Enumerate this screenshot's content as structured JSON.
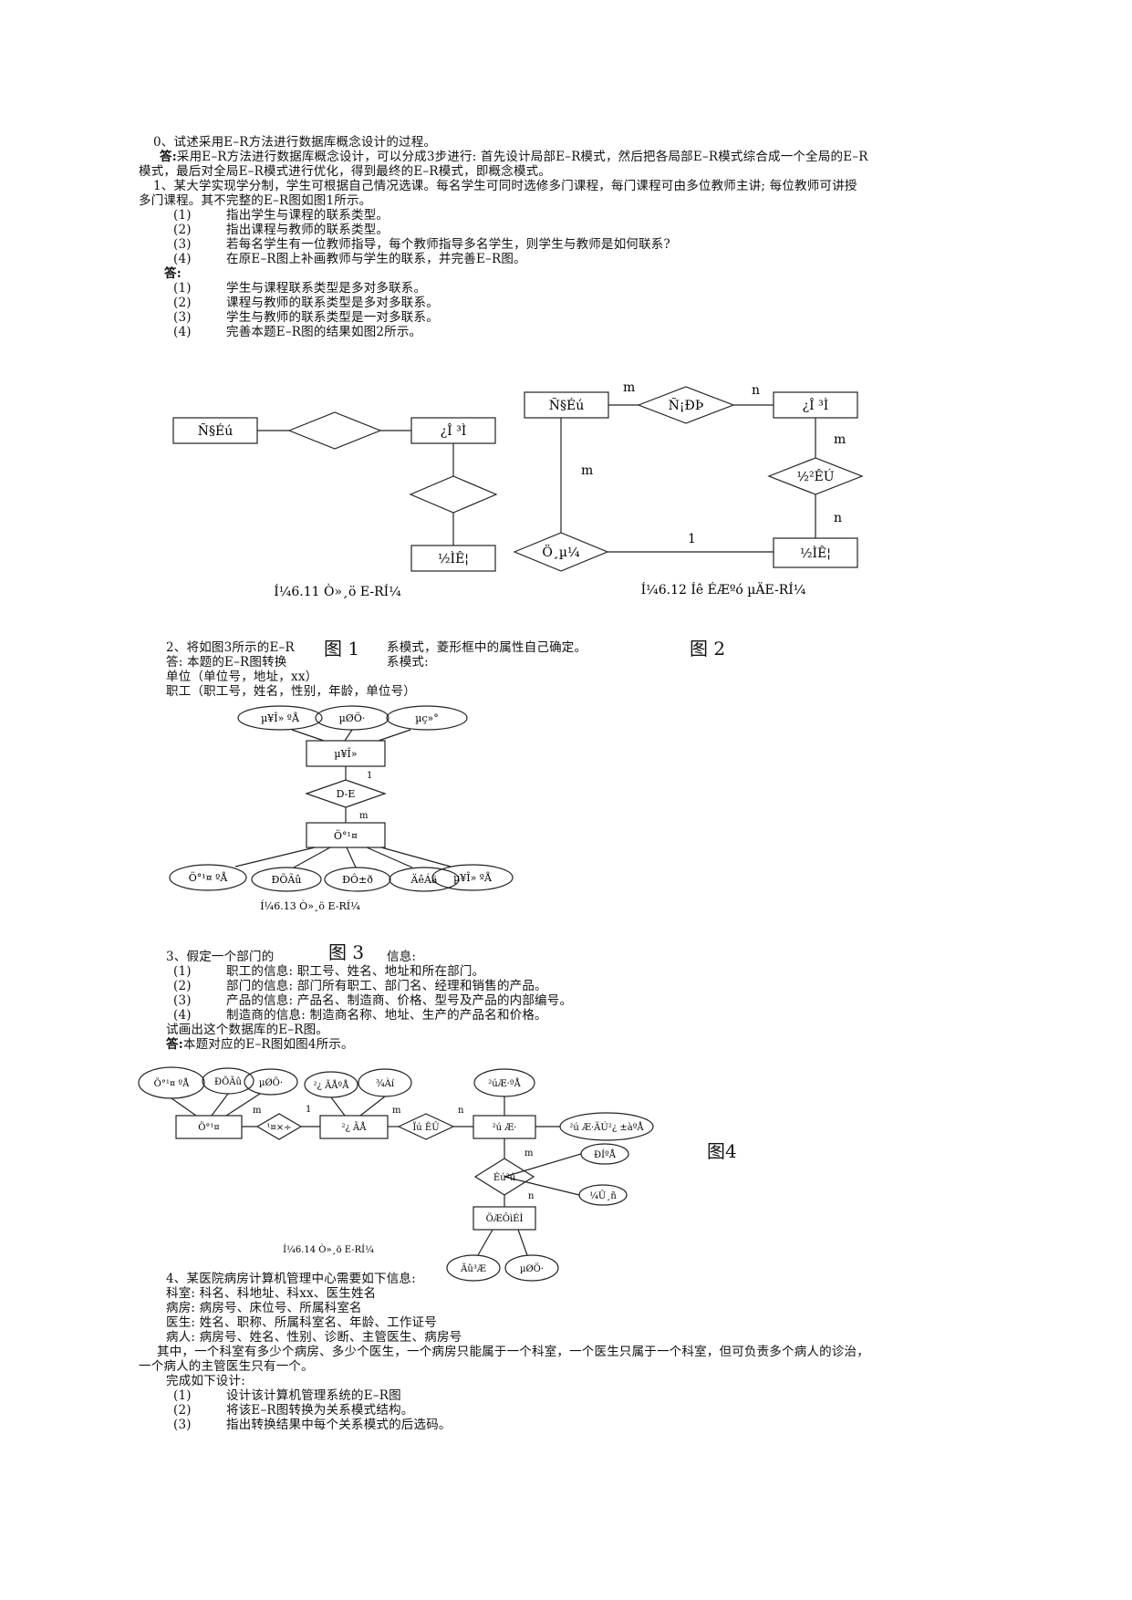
{
  "intro": {
    "q0": "0、试述采用E–R方法进行数据库概念设计的过程。",
    "a0_label": "答:",
    "a0_line1": "采用E–R方法进行数据库概念设计，可以分成3步进行: 首先设计局部E–R模式，然后把各局部E–R模式综合成一个全局的E–R",
    "a0_line2": "模式，最后对全局E–R模式进行优化，得到最终的E–R模式，即概念模式。"
  },
  "q1": {
    "line1": "1、某大学实现学分制，学生可根据自己情况选课。每名学生可同时选修多门课程，每门课程可由多位教师主讲; 每位教师可讲授",
    "line2": "多门课程。其不完整的E–R图如图1所示。",
    "items": [
      {
        "n": "(1)",
        "text": "指出学生与课程的联系类型。"
      },
      {
        "n": "(2)",
        "text": "指出课程与教师的联系类型。"
      },
      {
        "n": "(3)",
        "text": "若每名学生有一位教师指导，每个教师指导多名学生，则学生与教师是如何联系?"
      },
      {
        "n": "(4)",
        "text": "在原E–R图上补画教师与学生的联系，并完善E–R图。"
      }
    ],
    "ans_label": "答:",
    "answers": [
      {
        "n": "(1)",
        "text": "学生与课程联系类型是多对多联系。"
      },
      {
        "n": "(2)",
        "text": "课程与教师的联系类型是多对多联系。"
      },
      {
        "n": "(3)",
        "text": "学生与教师的联系类型是一对多联系。"
      },
      {
        "n": "(4)",
        "text": "完善本题E–R图的结果如图2所示。"
      }
    ]
  },
  "fig1": {
    "student": "Ñ§Éú",
    "course": "¿Î ³Ì",
    "teacher": "½ÌÊ¦",
    "caption": "Í¼6.11 Ò»¸ö E-RÍ¼",
    "label": "图 1"
  },
  "fig2": {
    "student": "Ñ§Éú",
    "choose": "Ñ¡ÐÞ",
    "course": "¿Î ³Ì",
    "teach": "½²ÊÚ",
    "guide": "Ö¸µ¼",
    "teacher": "½ÌÊ¦",
    "m1": "m",
    "n1": "n",
    "m2": "m",
    "m3": "m",
    "n2": "n",
    "one": "1",
    "caption": "Í¼6.12  Íê ÉÆºó µÄE-RÍ¼",
    "label": "图 2"
  },
  "q2": {
    "line1a": "2、将如图3所示的E–R",
    "line1b": "系模式，菱形框中的属性自己确定。",
    "line2a": "答: 本题的E–R图转换",
    "line2b": "系模式:",
    "line3": "单位（单位号，地址，xx）",
    "line4": "职工（职工号，姓名，性别，年龄，单位号）"
  },
  "fig3": {
    "unit_no": "µ¥Î» ºÅ",
    "addr": "µØÖ·",
    "phone": "µç»°",
    "unit": "µ¥Î»",
    "rel": "D-E",
    "one": "1",
    "m": "m",
    "emp": "Ö°¹¤",
    "emp_no": "Ö°¹¤ ºÅ",
    "name": "ÐÕÃû",
    "sex": "ÐÔ±ð",
    "age": "ÄêÁä",
    "unit_no2": "µ¥Î» ºÅ",
    "caption": "Í¼6.13  Ò»¸ö E-RÍ¼",
    "label": "图 3"
  },
  "q3": {
    "line1a": "3、假定一个部门的",
    "line1b": "信息:",
    "items": [
      {
        "n": "(1)",
        "text": "职工的信息: 职工号、姓名、地址和所在部门。"
      },
      {
        "n": "(2)",
        "text": "部门的信息: 部门所有职工、部门名、经理和销售的产品。"
      },
      {
        "n": "(3)",
        "text": "产品的信息: 产品名、制造商、价格、型号及产品的内部编号。"
      },
      {
        "n": "(4)",
        "text": "制造商的信息: 制造商名称、地址、生产的产品名和价格。"
      }
    ],
    "line6": "试画出这个数据库的E–R图。",
    "ans_label": "答:",
    "ans_text": "本题对应的E–R图如图4所示。"
  },
  "fig4": {
    "emp_no": "Ö°¹¤ ºÅ",
    "name": "ÐÕÃû",
    "addr": "µØÖ·",
    "dept_no": "²¿ ÃÅºÅ",
    "manager": "¾­Àí",
    "prod_no": "²úÆ·ºÅ",
    "emp": "Ö°¹¤",
    "work": "¹¤×÷",
    "dept": "²¿ ÃÅ",
    "sell": "Ïú ÊÛ",
    "prod": "²ú Æ·",
    "prod_inner": "²ú Æ·ÄÚ²¿ ±àºÅ",
    "produce": "Éú²ú",
    "model": "ÐÍºÅ",
    "price": "¼Û¸ñ",
    "maker": "ÖÆÔìÉÌ",
    "maker_name": "Ãû³Æ",
    "maker_addr": "µØÖ·",
    "m1": "m",
    "one": "1",
    "m2": "m",
    "n1": "n",
    "m3": "m",
    "n2": "n",
    "caption": "Í¼6.14  Ò»¸ö E-RÍ¼",
    "label": "图4"
  },
  "q4": {
    "line1": "4、某医院病房计算机管理中心需要如下信息:",
    "line2": "科室: 科名、科地址、科xx、医生姓名",
    "line3": "病房: 病房号、床位号、所属科室名",
    "line4": "医生: 姓名、职称、所属科室名、年龄、工作证号",
    "line5": "病人: 病房号、姓名、性别、诊断、主管医生、病房号",
    "line6": "其中，一个科室有多少个病房、多少个医生，一个病房只能属于一个科室，一个医生只属于一个科室，但可负责多个病人的诊治，",
    "line7": "一个病人的主管医生只有一个。",
    "line8": "完成如下设计:",
    "items": [
      {
        "n": "(1)",
        "text": "设计该计算机管理系统的E–R图"
      },
      {
        "n": "(2)",
        "text": "将该E–R图转换为关系模式结构。"
      },
      {
        "n": "(3)",
        "text": "指出转换结果中每个关系模式的后选码。"
      }
    ]
  }
}
